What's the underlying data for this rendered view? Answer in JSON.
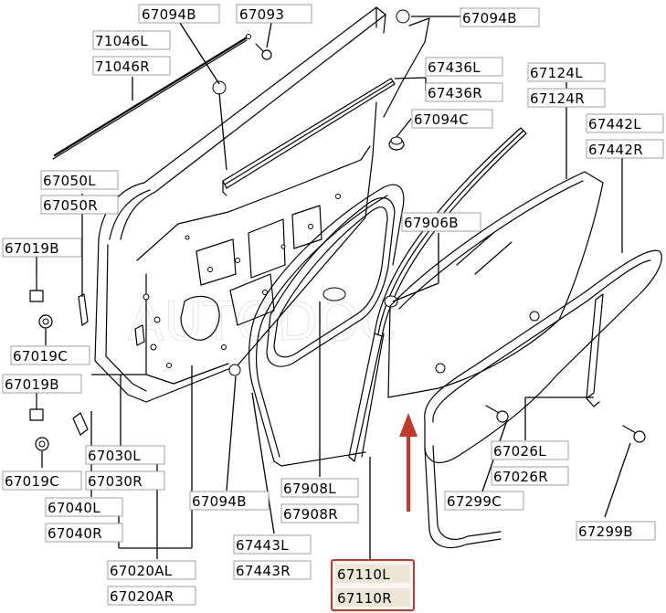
{
  "watermark": "AUTODOC",
  "highlight_color": "#c0392b",
  "labels": {
    "p67094B_top": "67094B",
    "p67093": "67093",
    "p67094B_right": "67094B",
    "p71046L": "71046L",
    "p71046R": "71046R",
    "p67436L": "67436L",
    "p67436R": "67436R",
    "p67124L": "67124L",
    "p67124R": "67124R",
    "p67094C": "67094C",
    "p67442L": "67442L",
    "p67442R": "67442R",
    "p67050L": "67050L",
    "p67050R": "67050R",
    "p67906B": "67906B",
    "p67019B_1": "67019B",
    "p67019C_1": "67019C",
    "p67019B_2": "67019B",
    "p67019C_2": "67019C",
    "p67030L": "67030L",
    "p67030R": "67030R",
    "p67026L": "67026L",
    "p67026R": "67026R",
    "p67040L": "67040L",
    "p67040R": "67040R",
    "p67094B_low": "67094B",
    "p67908L": "67908L",
    "p67908R": "67908R",
    "p67299C": "67299C",
    "p67299B": "67299B",
    "p67443L": "67443L",
    "p67443R": "67443R",
    "p67020AL": "67020AL",
    "p67020AR": "67020AR",
    "p67110L": "67110L",
    "p67110R": "67110R"
  }
}
